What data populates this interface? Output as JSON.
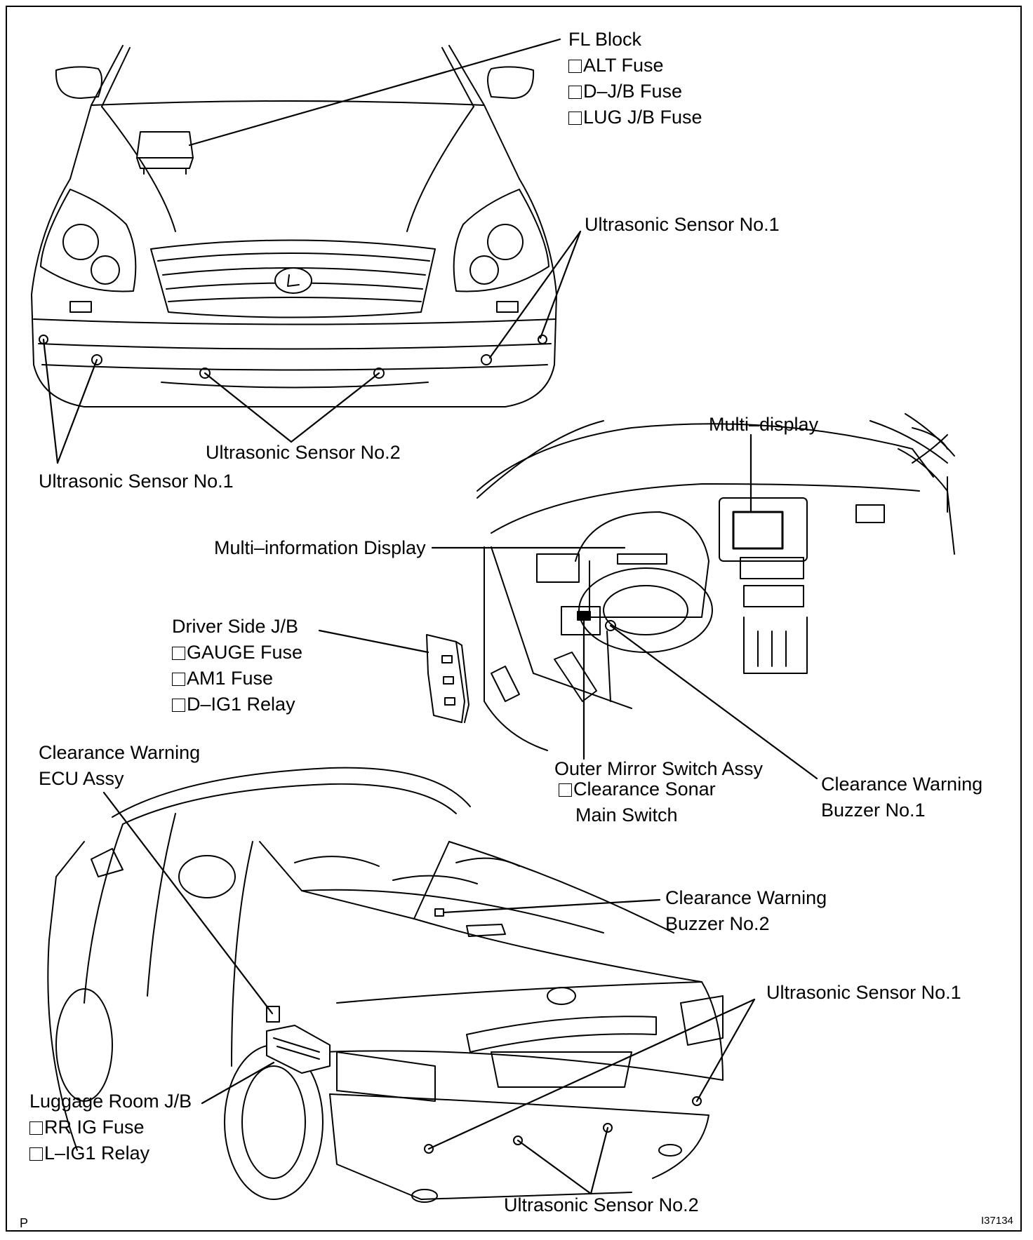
{
  "labels": {
    "fl_block": {
      "title": "FL Block",
      "items": [
        "ALT Fuse",
        "D–J/B Fuse",
        "LUG J/B Fuse"
      ]
    },
    "us1_front_right": "Ultrasonic Sensor No.1",
    "us2_front": "Ultrasonic Sensor No.2",
    "us1_front_left": "Ultrasonic Sensor No.1",
    "multi_display": "Multi–display",
    "multi_info_display": "Multi–information Display",
    "driver_side_jb": {
      "title": "Driver Side J/B",
      "items": [
        "GAUGE Fuse",
        "AM1 Fuse",
        "D–IG1 Relay"
      ]
    },
    "clearance_ecu": {
      "line1": "Clearance Warning",
      "line2": "ECU Assy"
    },
    "outer_mirror": {
      "title": "Outer Mirror Switch Assy",
      "item": "Clearance Sonar",
      "item_cont": "Main Switch"
    },
    "buzzer1": {
      "line1": "Clearance Warning",
      "line2": "Buzzer No.1"
    },
    "buzzer2": {
      "line1": "Clearance Warning",
      "line2": "Buzzer No.2"
    },
    "us1_rear": "Ultrasonic Sensor No.1",
    "luggage_jb": {
      "title": "Luggage Room J/B",
      "items": [
        "RR IG Fuse",
        "L–IG1 Relay"
      ]
    },
    "us2_rear": "Ultrasonic Sensor No.2"
  },
  "corner_marks": {
    "bottom_left": "P",
    "figure_id": "I37134"
  }
}
